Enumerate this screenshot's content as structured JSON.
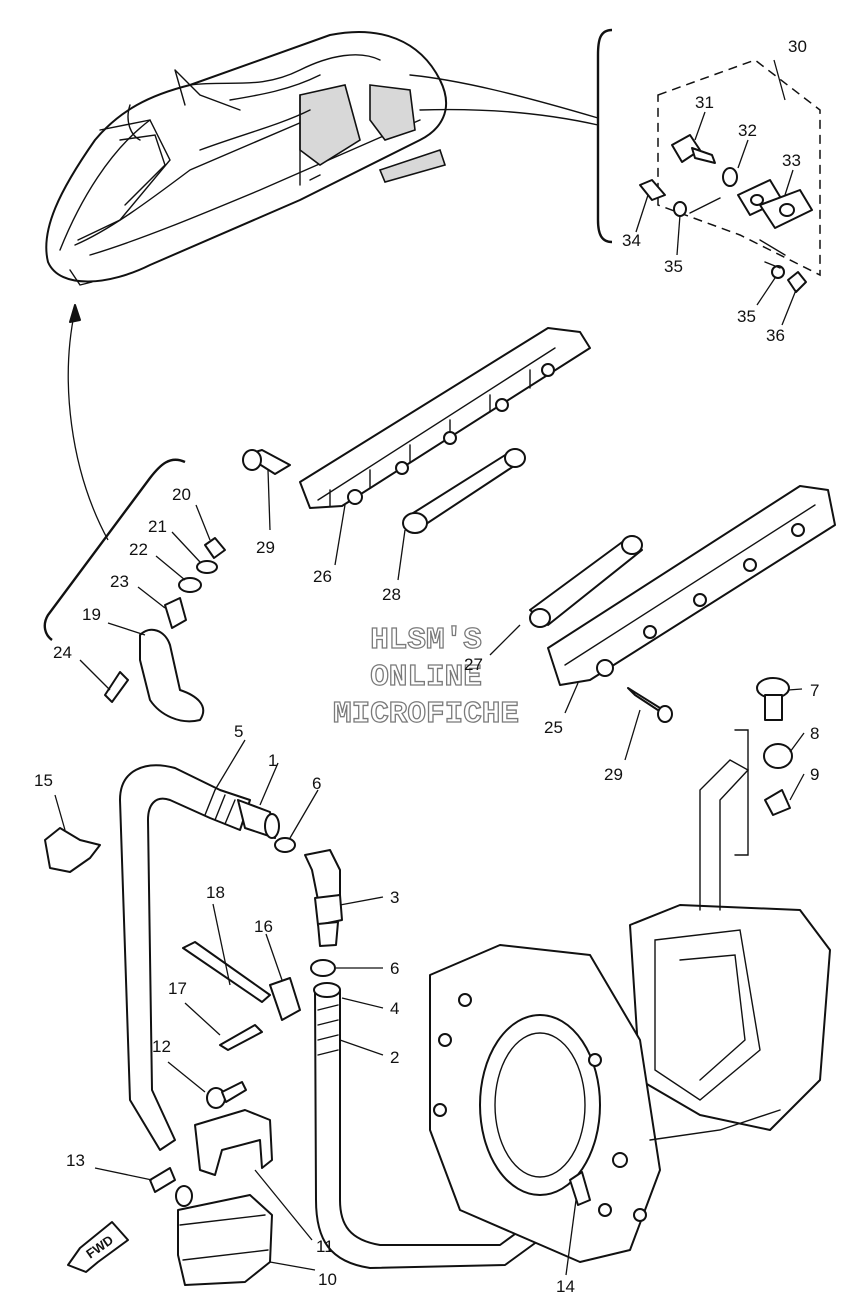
{
  "watermark": {
    "line1": "HLSM'S",
    "line2": "ONLINE",
    "line3": "MICROFICHE"
  },
  "direction_marker": {
    "label": "FWD",
    "icon": "fwd-arrow-icon"
  },
  "callouts": [
    {
      "id": "c1",
      "label": "1"
    },
    {
      "id": "c2",
      "label": "2"
    },
    {
      "id": "c3",
      "label": "3"
    },
    {
      "id": "c4",
      "label": "4"
    },
    {
      "id": "c5",
      "label": "5"
    },
    {
      "id": "c6a",
      "label": "6"
    },
    {
      "id": "c6b",
      "label": "6"
    },
    {
      "id": "c7",
      "label": "7"
    },
    {
      "id": "c8",
      "label": "8"
    },
    {
      "id": "c9",
      "label": "9"
    },
    {
      "id": "c10",
      "label": "10"
    },
    {
      "id": "c11",
      "label": "11"
    },
    {
      "id": "c12",
      "label": "12"
    },
    {
      "id": "c13",
      "label": "13"
    },
    {
      "id": "c14",
      "label": "14"
    },
    {
      "id": "c15",
      "label": "15"
    },
    {
      "id": "c16",
      "label": "16"
    },
    {
      "id": "c17",
      "label": "17"
    },
    {
      "id": "c18",
      "label": "18"
    },
    {
      "id": "c19",
      "label": "19"
    },
    {
      "id": "c20",
      "label": "20"
    },
    {
      "id": "c21",
      "label": "21"
    },
    {
      "id": "c22",
      "label": "22"
    },
    {
      "id": "c23",
      "label": "23"
    },
    {
      "id": "c24",
      "label": "24"
    },
    {
      "id": "c25",
      "label": "25"
    },
    {
      "id": "c26",
      "label": "26"
    },
    {
      "id": "c27",
      "label": "27"
    },
    {
      "id": "c28",
      "label": "28"
    },
    {
      "id": "c29a",
      "label": "29"
    },
    {
      "id": "c29b",
      "label": "29"
    },
    {
      "id": "c30",
      "label": "30"
    },
    {
      "id": "c31",
      "label": "31"
    },
    {
      "id": "c32",
      "label": "32"
    },
    {
      "id": "c33",
      "label": "33"
    },
    {
      "id": "c34",
      "label": "34"
    },
    {
      "id": "c35a",
      "label": "35"
    },
    {
      "id": "c35b",
      "label": "35"
    },
    {
      "id": "c36",
      "label": "36"
    }
  ],
  "colors": {
    "line": "#111111",
    "background": "#ffffff",
    "watermark_outline": "#7a7a7a"
  }
}
